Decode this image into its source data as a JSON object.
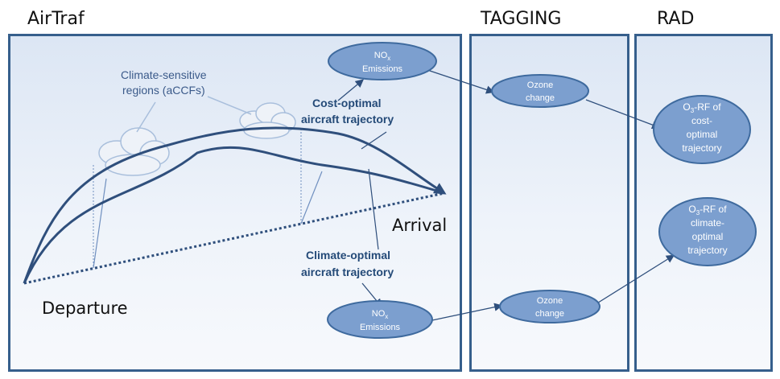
{
  "panels": {
    "airtraf": "AirTraf",
    "tagging": "TAGGING",
    "rad": "RAD"
  },
  "labels": {
    "departure": "Departure",
    "arrival": "Arrival",
    "climate_sensitive_1": "Climate-sensitive",
    "climate_sensitive_2": "regions (aCCFs)",
    "cost_optimal_1": "Cost-optimal",
    "cost_optimal_2": "aircraft trajectory",
    "climate_optimal_1": "Climate-optimal",
    "climate_optimal_2": "aircraft trajectory"
  },
  "nodes": {
    "nox_top": {
      "main": "NO",
      "sub": "x",
      "line2": "Emissions"
    },
    "nox_bottom": {
      "main": "NO",
      "sub": "x",
      "line2": "Emissions"
    },
    "ozone_top": {
      "line1": "Ozone",
      "line2": "change"
    },
    "ozone_bottom": {
      "line1": "Ozone",
      "line2": "change"
    },
    "rf_cost": {
      "o": "O",
      "sub": "3",
      "rest": "-RF of",
      "line2": "cost-",
      "line3": "optimal",
      "line4": "trajectory"
    },
    "rf_climate": {
      "o": "O",
      "sub": "3",
      "rest": "-RF of",
      "line2": "climate-",
      "line3": "optimal",
      "line4": "trajectory"
    }
  },
  "colors": {
    "panel_border": "#365f8c",
    "node_fill": "#7c9fcf",
    "node_stroke": "#3e6a9e",
    "trajectory": "#2f4f7c",
    "cloud_fill": "#eef2f8",
    "cloud_stroke": "#a9bfdc"
  }
}
